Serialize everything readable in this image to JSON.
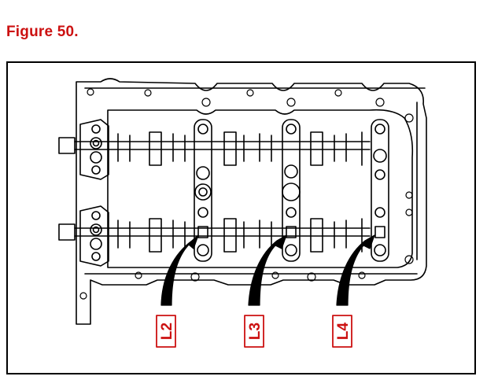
{
  "figure": {
    "title": "Figure 50.",
    "title_color": "#cc1111"
  },
  "diagram": {
    "subject": "engine cylinder head camshaft housing, top view",
    "labels": [
      {
        "id": "L2",
        "text": "L2"
      },
      {
        "id": "L3",
        "text": "L3"
      },
      {
        "id": "L4",
        "text": "L4"
      }
    ],
    "label_color": "#cc1111",
    "line_color": "#000000"
  }
}
